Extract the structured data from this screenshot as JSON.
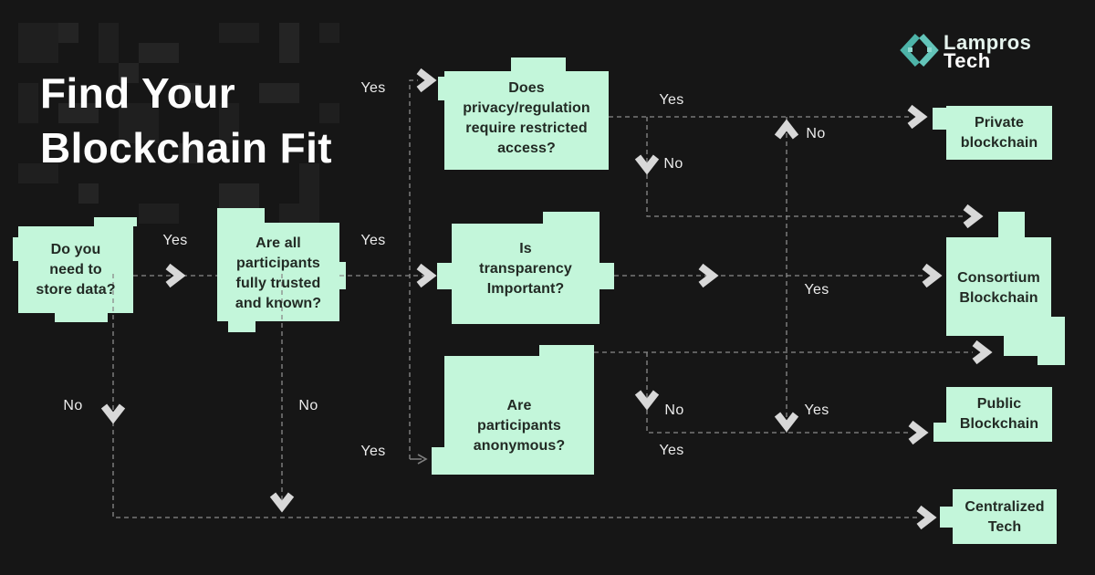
{
  "header": {
    "title": "Find Your\nBlockchain Fit"
  },
  "logo": {
    "brand_top": "Lampros",
    "brand_bottom": "Tech"
  },
  "colors": {
    "background": "#161616",
    "pattern_block": "#212121",
    "node_fill": "#c3f6da",
    "node_text": "#222a24",
    "connector_line": "#8a8a8a",
    "arrow_chevron": "#d8d8d8",
    "edge_label_text": "#ececec",
    "brand_teal": "#55b7ad"
  },
  "flowchart": {
    "nodes": {
      "store_data": "Do you\nneed to\nstore data?",
      "trusted": "Are all\nparticipants\nfully trusted\nand known?",
      "privacy": "Does\nprivacy/regulation\nrequire restricted\naccess?",
      "transparency": "Is\ntransparency\nImportant?",
      "anonymous": "Are\nparticipants\nanonymous?",
      "private_blockchain": "Private\nblockchain",
      "consortium_blockchain": "Consortium\nBlockchain",
      "public_blockchain": "Public\nBlockchain",
      "centralized_tech": "Centralized\nTech"
    },
    "edge_labels": {
      "store_yes": "Yes",
      "store_no": "No",
      "trusted_yes_top": "Yes",
      "trusted_yes_mid": "Yes",
      "trusted_no": "No",
      "anonymous_in_yes": "Yes",
      "privacy_yes": "Yes",
      "privacy_no": "No",
      "transparency_no": "No",
      "transparency_yes": "Yes",
      "anonymous_no": "No",
      "anonymous_yes": "Yes",
      "public_in_yes": "Yes"
    }
  }
}
